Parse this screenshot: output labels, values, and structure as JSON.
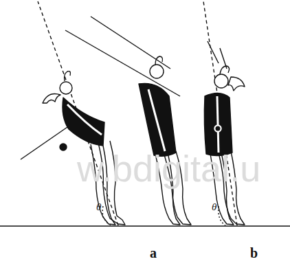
{
  "diagram": {
    "labels": [
      "θ",
      "θ",
      "a",
      "b",
      "w.bdigital.u"
    ]
  }
}
